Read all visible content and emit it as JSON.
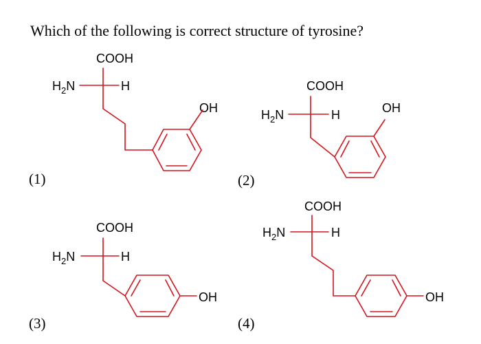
{
  "question": "Which of the following is correct structure of tyrosine?",
  "colors": {
    "bond": "#d4141c",
    "text": "#000000"
  },
  "options": [
    {
      "label": "(1)",
      "cooh": "COOH",
      "amine": "H",
      "amine_sub": "2",
      "amine_tail": "N",
      "h": "H",
      "oh": "OH"
    },
    {
      "label": "(2)",
      "cooh": "COOH",
      "amine": "H",
      "amine_sub": "2",
      "amine_tail": "N",
      "h": "H",
      "oh": "OH"
    },
    {
      "label": "(3)",
      "cooh": "COOH",
      "amine": "H",
      "amine_sub": "2",
      "amine_tail": "N",
      "h": "H",
      "oh": "OH"
    },
    {
      "label": "(4)",
      "cooh": "COOH",
      "amine": "H",
      "amine_sub": "2",
      "amine_tail": "N",
      "h": "H",
      "oh": "OH"
    }
  ]
}
